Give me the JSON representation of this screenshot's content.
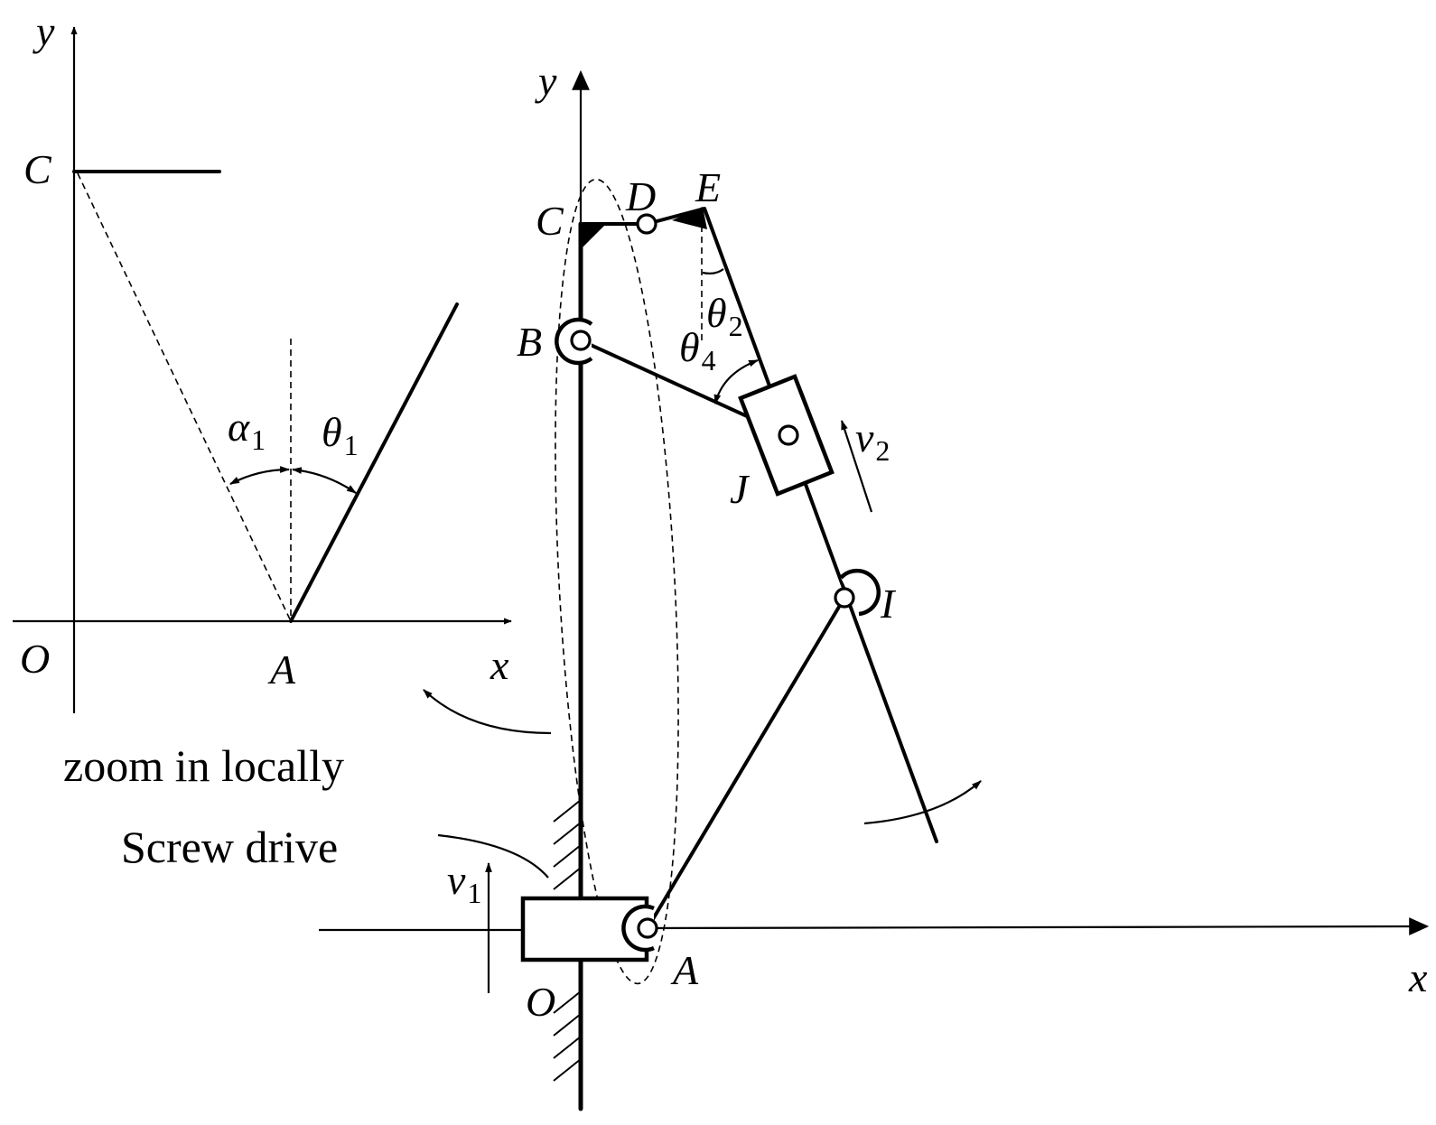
{
  "inset": {
    "labels": {
      "y": "y",
      "c": "C",
      "o": "O",
      "a": "A",
      "x": "x"
    },
    "alpha": {
      "base": "α",
      "sub": "1"
    },
    "theta": {
      "base": "θ",
      "sub": "1"
    }
  },
  "captions": {
    "zoom": "zoom in locally",
    "screw": "Screw drive"
  },
  "mechanism": {
    "axes": {
      "y": "y",
      "x": "x"
    },
    "points": {
      "c": "C",
      "d": "D",
      "e": "E",
      "b": "B",
      "j": "J",
      "i": "I",
      "a": "A",
      "o": "O"
    },
    "theta2": {
      "base": "θ",
      "sub": "2"
    },
    "theta4": {
      "base": "θ",
      "sub": "4"
    },
    "v1": {
      "base": "v",
      "sub": "1"
    },
    "v2": {
      "base": "v",
      "sub": "2"
    }
  }
}
